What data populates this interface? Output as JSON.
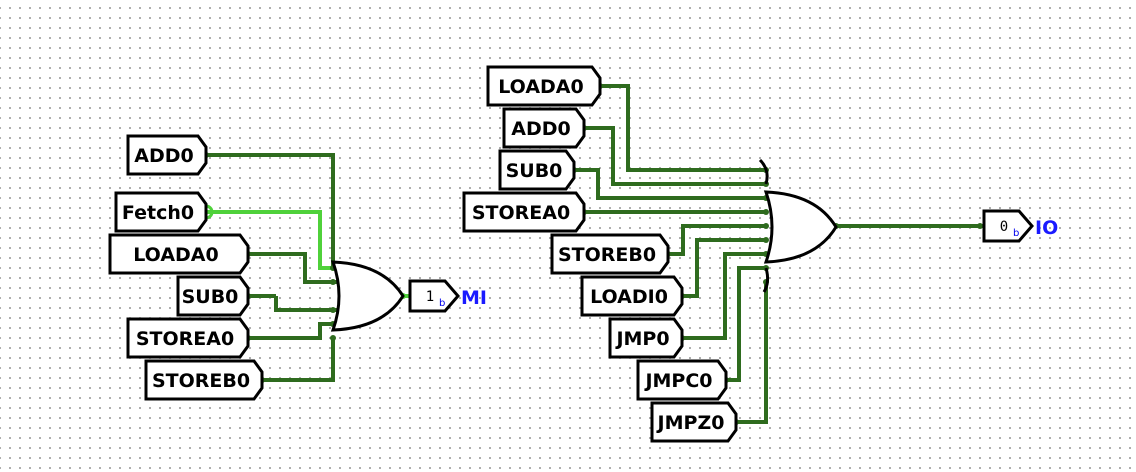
{
  "circuit": {
    "colors": {
      "wire_low": "#2e6b1e",
      "wire_high": "#4fd13a",
      "gate_stroke": "#000000",
      "label_blue": "#1a1aff"
    },
    "left_group": {
      "inputs": [
        {
          "label": "ADD0",
          "state": "low"
        },
        {
          "label": "Fetch0",
          "state": "high"
        },
        {
          "label": "LOADA0",
          "state": "low"
        },
        {
          "label": "SUB0",
          "state": "low"
        },
        {
          "label": "STOREA0",
          "state": "low"
        },
        {
          "label": "STOREB0",
          "state": "low"
        }
      ],
      "gate": "OR",
      "output": {
        "value": "1",
        "radix": "b",
        "label": "MI"
      }
    },
    "right_group": {
      "inputs": [
        {
          "label": "LOADA0",
          "state": "low"
        },
        {
          "label": "ADD0",
          "state": "low"
        },
        {
          "label": "SUB0",
          "state": "low"
        },
        {
          "label": "STOREA0",
          "state": "low"
        },
        {
          "label": "STOREB0",
          "state": "low"
        },
        {
          "label": "LOADI0",
          "state": "low"
        },
        {
          "label": "JMP0",
          "state": "low"
        },
        {
          "label": "JMPC0",
          "state": "low"
        },
        {
          "label": "JMPZ0",
          "state": "low"
        }
      ],
      "gate": "OR",
      "output": {
        "value": "0",
        "radix": "b",
        "label": "IO"
      }
    }
  }
}
